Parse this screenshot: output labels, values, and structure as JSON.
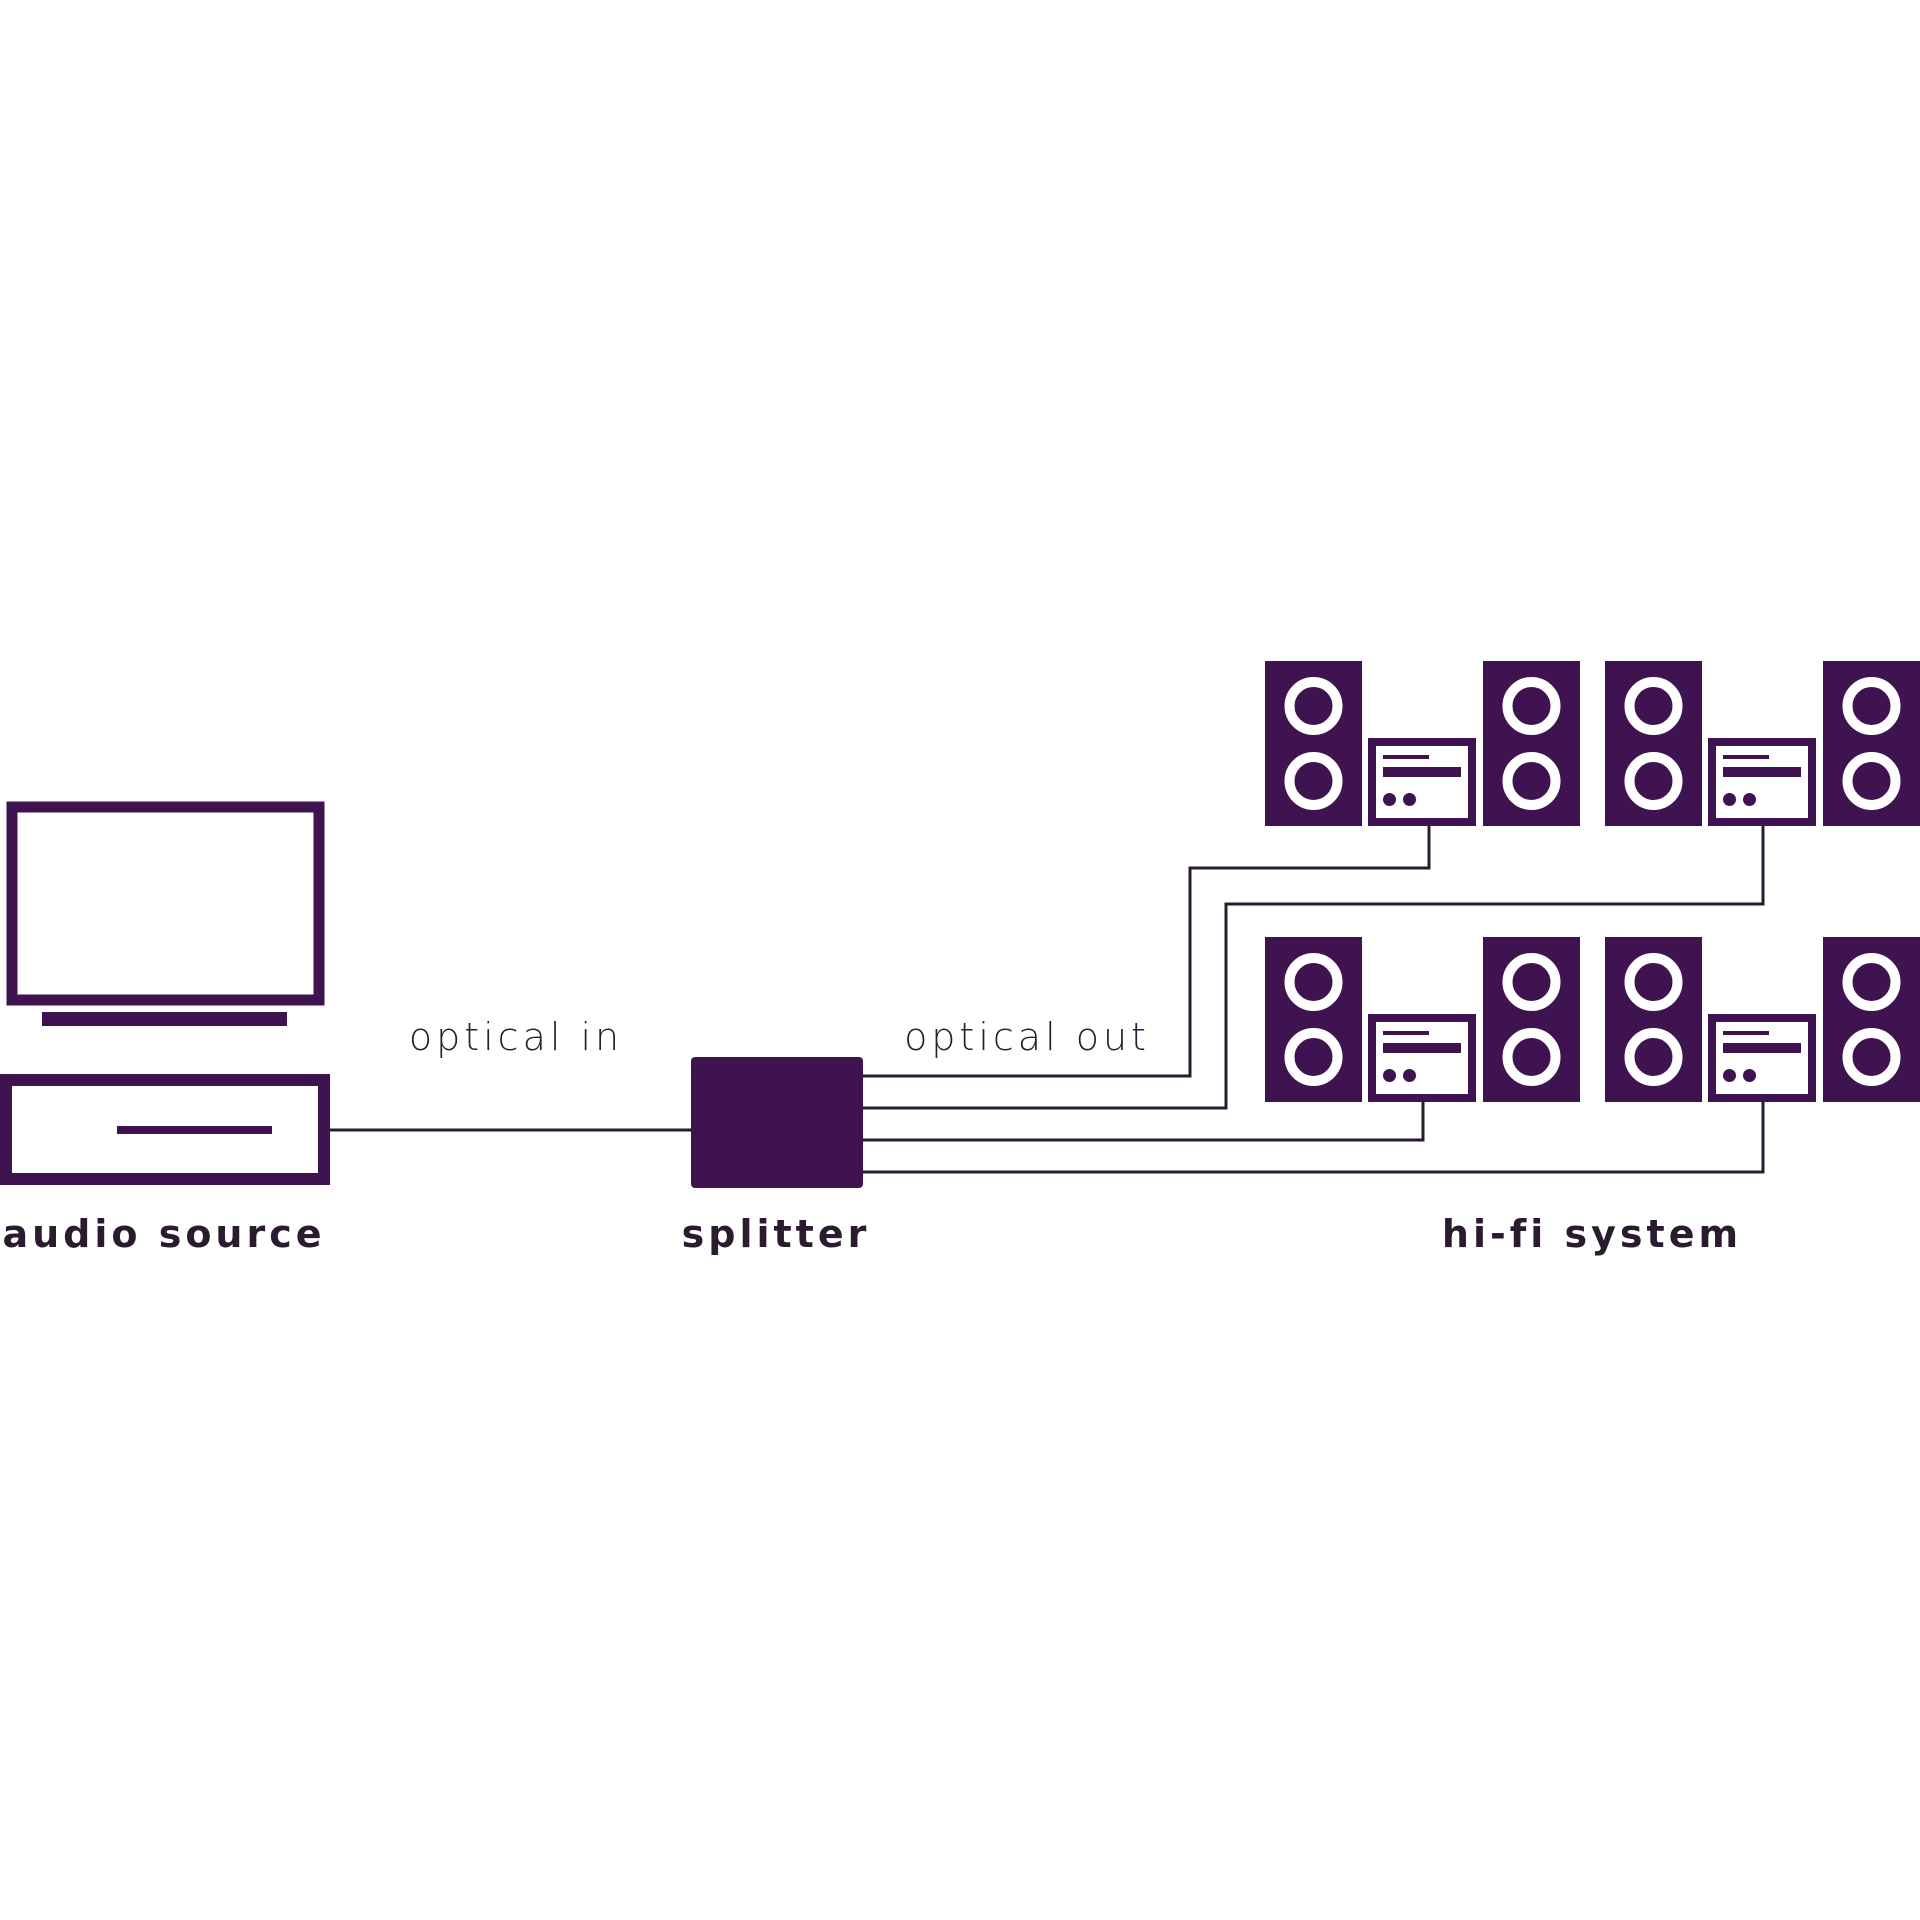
{
  "colors": {
    "accent": "#3f1350",
    "line": "#2a1b2f",
    "background": "#ffffff"
  },
  "labels": {
    "optical_in": "optical in",
    "optical_out": "optical out",
    "audio_source": "audio source",
    "splitter": "splitter",
    "hifi_system": "hi-fi system"
  },
  "icons": {
    "source": "computer-icon",
    "splitter": "splitter-box-icon",
    "hifi": "hifi-system-icon"
  }
}
